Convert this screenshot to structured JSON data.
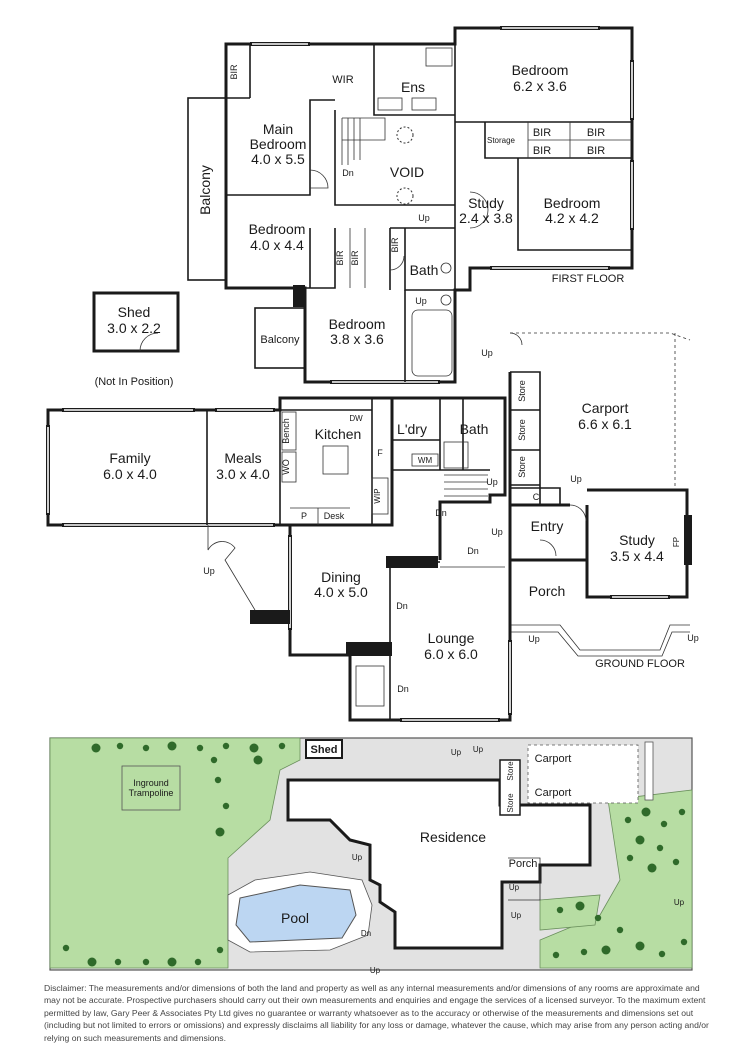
{
  "first_floor": {
    "label": "FIRST FLOOR",
    "rooms": {
      "bir_top": "BIR",
      "wir": "WIR",
      "ens": "Ens",
      "bedroom1_name": "Bedroom",
      "bedroom1_size": "6.2 x 3.6",
      "main_bedroom_name1": "Main",
      "main_bedroom_name2": "Bedroom",
      "main_bedroom_size": "4.0 x 5.5",
      "balcony_left": "Balcony",
      "void": "VOID",
      "dn": "Dn",
      "storage": "Storage",
      "bir_a": "BIR",
      "bir_b": "BIR",
      "bir_c": "BIR",
      "bir_d": "BIR",
      "study_name": "Study",
      "study_size": "2.4 x 3.8",
      "bedroom2_name": "Bedroom",
      "bedroom2_size": "4.2 x 4.2",
      "up": "Up",
      "bedroom3_name": "Bedroom",
      "bedroom3_size": "4.0 x 4.4",
      "bir_e": "BIR",
      "bir_f": "BIR",
      "bir_g": "BIR",
      "bath": "Bath",
      "up2": "Up",
      "balcony_small": "Balcony",
      "bedroom4_name": "Bedroom",
      "bedroom4_size": "3.8 x 3.6"
    }
  },
  "shed": {
    "name": "Shed",
    "size": "3.0 x 2.2",
    "note": "(Not In Position)"
  },
  "ground_floor": {
    "label": "GROUND FLOOR",
    "rooms": {
      "family_name": "Family",
      "family_size": "6.0 x 4.0",
      "meals_name": "Meals",
      "meals_size": "3.0 x 4.0",
      "wo": "WO",
      "bench": "Bench",
      "kitchen": "Kitchen",
      "dw": "DW",
      "f": "F",
      "wip": "WIP",
      "p": "P",
      "desk": "Desk",
      "laundry": "L'dry",
      "wm": "WM",
      "bath": "Bath",
      "store1": "Store",
      "store2": "Store",
      "store3": "Store",
      "c": "C",
      "carport_name": "Carport",
      "carport_size": "6.6 x 6.1",
      "up_carport": "Up",
      "up_stair": "Up",
      "dn_stair": "Dn",
      "up_entry": "Up",
      "entry": "Entry",
      "study_name": "Study",
      "study_size": "3.5 x 4.4",
      "fp": "FP",
      "up_meals": "Up",
      "dining_name": "Dining",
      "dining_size": "4.0 x 5.0",
      "dn_hall": "Dn",
      "dn_dining": "Dn",
      "porch": "Porch",
      "up_porch": "Up",
      "up_study": "Up",
      "lounge_name": "Lounge",
      "lounge_size": "6.0 x 6.0",
      "dn_lounge": "Dn"
    }
  },
  "site": {
    "shed": "Shed",
    "trampoline1": "Inground",
    "trampoline2": "Trampoline",
    "residence": "Residence",
    "pool": "Pool",
    "porch": "Porch",
    "carport1": "Carport",
    "carport2": "Carport",
    "store1": "Store",
    "store2": "Store",
    "up1": "Up",
    "up2": "Up",
    "up3": "Up",
    "up4": "Up",
    "up5": "Up",
    "up6": "Up",
    "up7": "Up",
    "dn1": "Dn",
    "colors": {
      "lawn": "#b7dda3",
      "paving": "#e2e2e2",
      "pool": "#bcd6f2",
      "tree": "#2f6a2a"
    }
  },
  "disclaimer": "Disclaimer: The measurements and/or dimensions of both the land and property as well as any internal measurements and/or dimensions of any rooms are approximate and may not be accurate. Prospective purchasers should carry out their own measurements and enquiries and engage the services of a licensed surveyor. To the maximum extent permitted by law, Gary Peer & Associates Pty Ltd gives no guarantee or warranty whatsoever as to the accuracy or otherwise of the measurements and dimensions set out (including but not limited to errors or omissions) and expressly disclaims all liability for any loss or damage, whatever the cause, which may arise from any person acting and/or relying on such measurements and dimensions."
}
